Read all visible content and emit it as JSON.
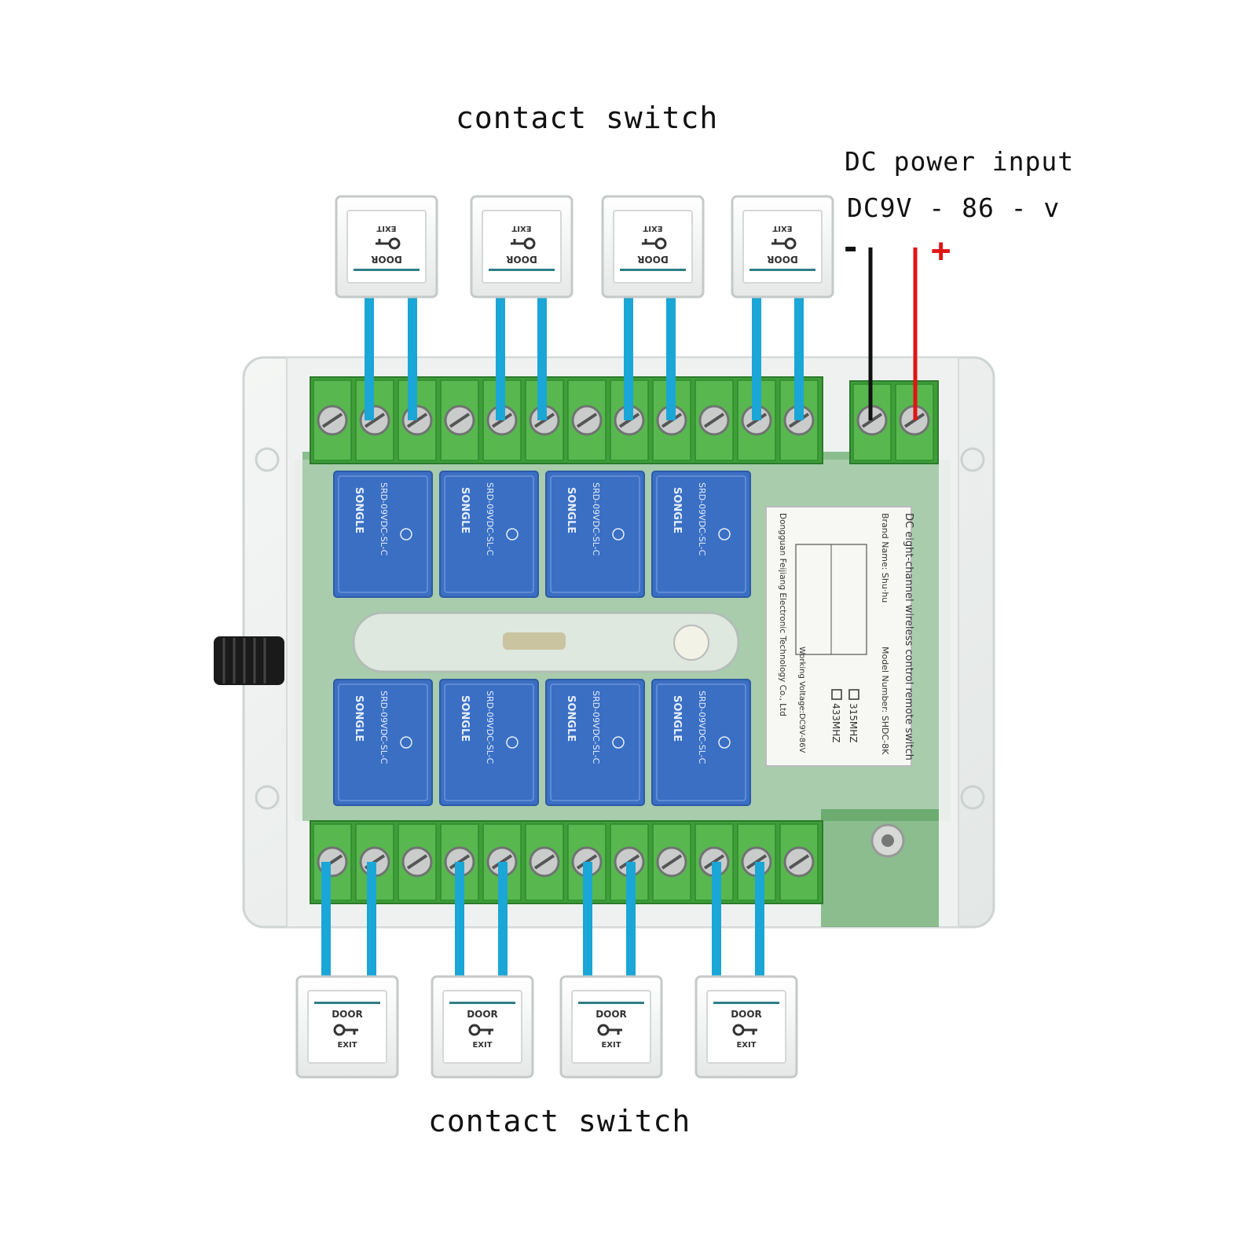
{
  "captions": {
    "top": "contact switch",
    "bottom": "contact switch"
  },
  "power": {
    "title": "DC power input",
    "voltage": "DC9V - 86 - v",
    "minus": "-",
    "plus": "+"
  },
  "switch": {
    "top_text": "DOOR",
    "bottom_text": "EXIT"
  },
  "board_label": {
    "title": "DC eight-channel wireless control remote switch",
    "brand": "Brand Name: Shu·hu",
    "model": "Model Number: SHDC-8K",
    "freq_a": "315MHZ",
    "freq_b": "433MHZ",
    "voltage": "Working Voltage:DC9V-86V",
    "maker": "Dongguan Feijiang Electronic Technology Co., Ltd"
  },
  "relay_text": {
    "brand": "SONGLE",
    "model": "SRD-09VDC-SL-C"
  },
  "colors": {
    "wire": "#1aa6d6",
    "terminal": "#3f9e3a",
    "terminal_light": "#58b84f",
    "relay": "#3a6fc4",
    "neg_wire": "#111111",
    "pos_wire": "#e01515",
    "pcb": "#2f8a3a"
  }
}
